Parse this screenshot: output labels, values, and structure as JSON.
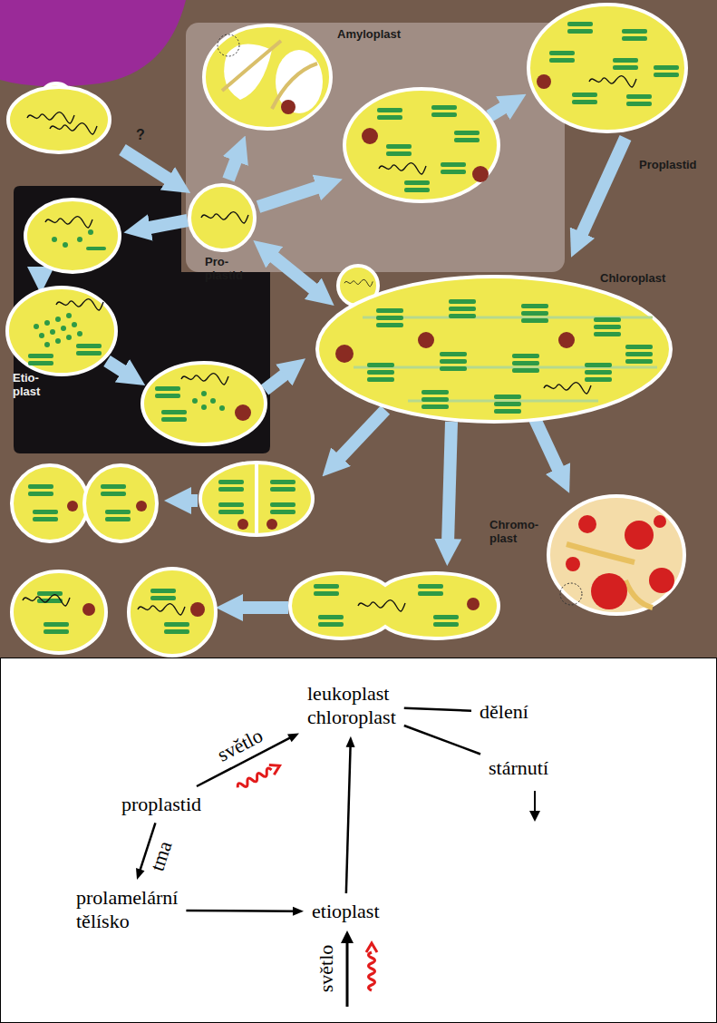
{
  "diagram": {
    "nodes": [
      {
        "text": [
          "leukoplast",
          "chloroplast"
        ]
      },
      {
        "text": [
          "dělení"
        ]
      },
      {
        "text": [
          "stárnutí"
        ]
      },
      {
        "text": [
          "proplastid"
        ]
      },
      {
        "text": [
          "prolamelární tělísko"
        ]
      },
      {
        "text": [
          "etioplast"
        ]
      }
    ],
    "edges": [
      {
        "from": 3,
        "to": 0,
        "label": "světlo",
        "arrow": "to"
      },
      {
        "from": 3,
        "to": 4,
        "label": "tma",
        "arrow": "to"
      },
      {
        "from": 4,
        "to": 5,
        "arrow": "to"
      },
      {
        "from": 5,
        "to": 0,
        "arrow": "to"
      },
      {
        "from": 0,
        "to": 1,
        "arrow": "none"
      },
      {
        "from": 0,
        "to": 2,
        "arrow": "none"
      }
    ],
    "labels": [
      "Amyloplast",
      "?",
      "Proplastid",
      "Pro- plastid",
      "Chloroplast",
      "Etio- plast",
      "Chromo- plast",
      "světlo"
    ]
  }
}
